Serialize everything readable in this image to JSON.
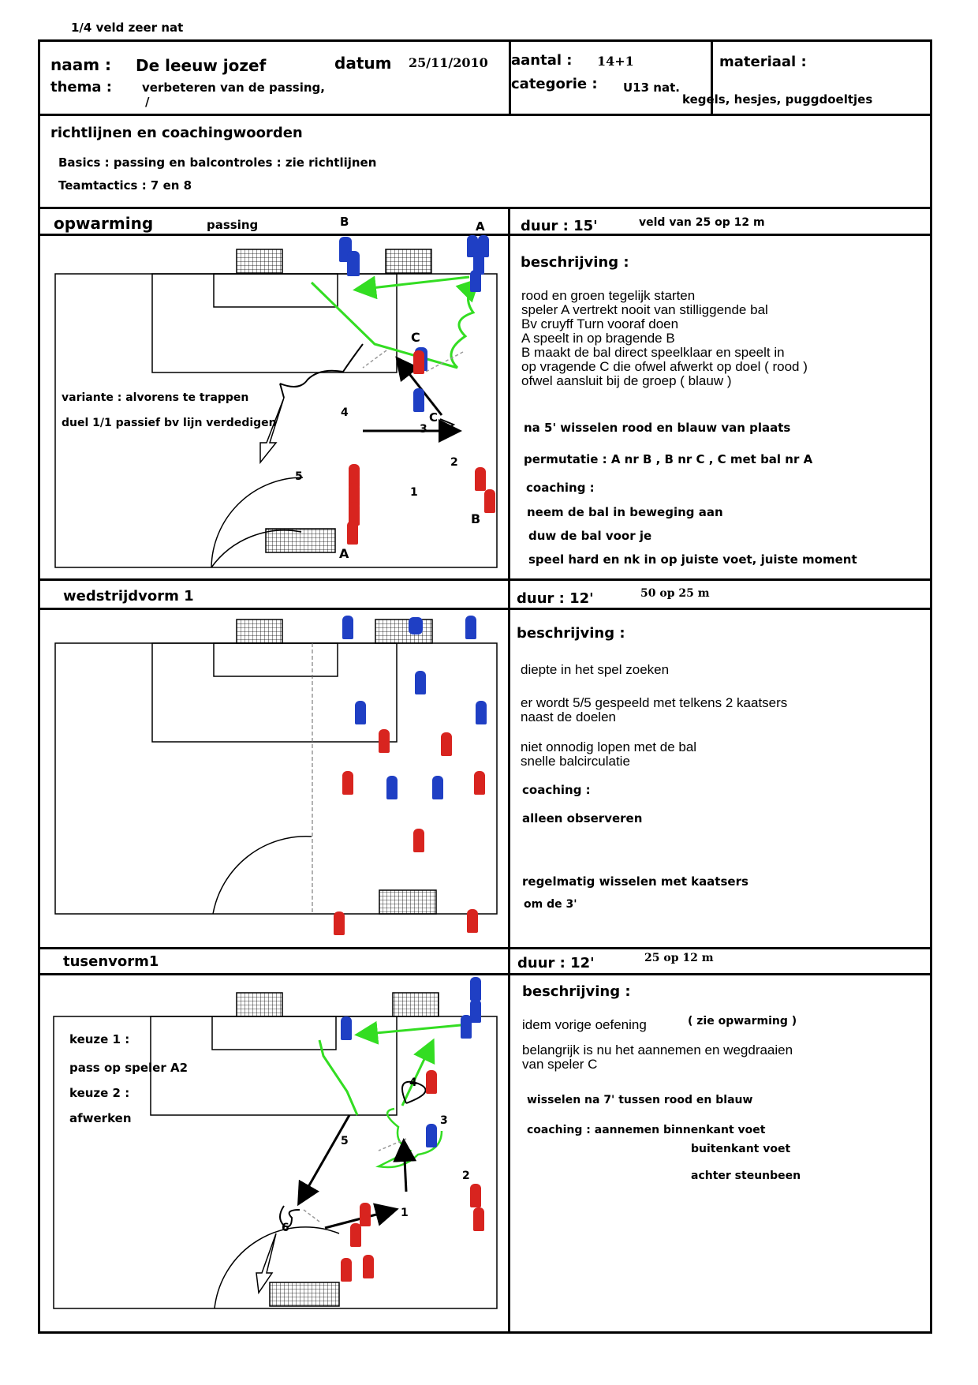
{
  "top_note": "1/4 veld zeer nat",
  "header": {
    "naam_label": "naam :",
    "naam_value": "De leeuw jozef",
    "datum_label": "datum",
    "datum_value": "25/11/2010",
    "thema_label": "thema :",
    "thema_value": "verbeteren van de passing,",
    "thema_value2": "/",
    "aantal_label": "aantal :",
    "aantal_value": "14+1",
    "categorie_label": "categorie :",
    "categorie_value": "U13 nat.",
    "materiaal_label": "materiaal :",
    "materiaal_value": "kegels, hesjes, puggdoeltjes"
  },
  "guidelines": {
    "title": "richtlijnen en coachingwoorden",
    "line1": "Basics : passing en balcontroles : zie richtlijnen",
    "line2": "Teamtactics : 7 en 8"
  },
  "section1": {
    "title": "opwarming",
    "subtitle": "passing",
    "duur": "duur : 15'",
    "duur_note": "veld van 25 op 12 m",
    "labels": {
      "B_top": "B",
      "A_top": "A",
      "C": "C",
      "c_small": "C",
      "A_bottom": "A",
      "B_bottom": "B",
      "n1": "1",
      "n2": "2",
      "n3": "3",
      "n4": "4",
      "n5": "5"
    },
    "variant1": "variante : alvorens te trappen",
    "variant2": "duel 1/1 passief bv lijn verdedigen",
    "beschrijving": "beschrijving :",
    "desc_lines": [
      "rood en groen tegelijk starten",
      "speler A vertrekt nooit van stilliggende bal",
      "Bv cruyff Turn vooraf doen",
      "A speelt in op bragende B",
      "B maakt de bal direct speelklaar en speelt in",
      "op vragende C die ofwel afwerkt op doel ( rood )",
      "ofwel aansluit bij de groep ( blauw )"
    ],
    "bold1": "na 5' wisselen rood en blauw van plaats",
    "bold2": "permutatie : A nr B , B nr C , C met bal nr A",
    "coaching": "coaching :",
    "c1": "neem de bal in beweging aan",
    "c2": "duw de bal voor je",
    "c3": "speel hard en nk in op juiste voet, juiste moment"
  },
  "section2": {
    "title": "wedstrijdvorm 1",
    "duur": "duur : 12'",
    "duur_note": "50 op 25 m",
    "beschrijving": "beschrijving :",
    "d1": "diepte in het spel zoeken",
    "d2a": "er wordt 5/5 gespeeld met telkens 2 kaatsers",
    "d2b": "naast de doelen",
    "d3a": "niet  onnodig lopen met de bal",
    "d3b": "snelle balcirculatie",
    "coaching": "coaching :",
    "c1": "alleen observeren",
    "r1": "regelmatig wisselen met kaatsers",
    "r2": "om de 3'"
  },
  "section3": {
    "title": "tusenvorm1",
    "duur": "duur : 12'",
    "duur_note": "25 op 12 m",
    "k1": "keuze 1 :",
    "k1b": "pass op speler A2",
    "k2": "keuze 2 :",
    "k2b": "afwerken",
    "labels": {
      "n1": "1",
      "n2": "2",
      "n3": "3",
      "n4": "4",
      "n5": "5",
      "n6": "6"
    },
    "beschrijving": "beschrijving :",
    "idem": "idem vorige oefening",
    "idem_note": "( zie opwarming )",
    "bel1": "belangrijk is nu het aannemen en wegdraaien",
    "bel2": "van speler C",
    "wissel": "wisselen na 7' tussen rood en blauw",
    "coach": "coaching : aannemen binnenkant voet",
    "coach2": "buitenkant voet",
    "coach3": "achter steunbeen"
  },
  "colors": {
    "red": "#d8241f",
    "blue": "#1f3fc4",
    "green": "#33dd22"
  }
}
